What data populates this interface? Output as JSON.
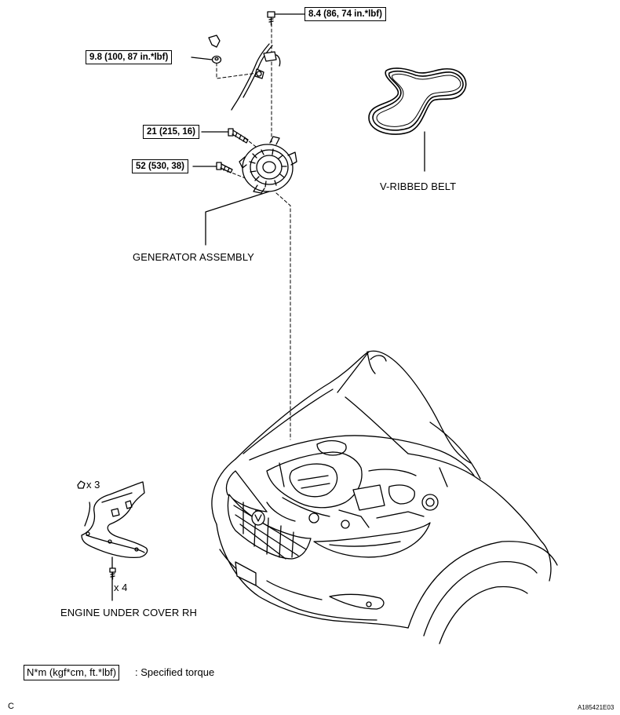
{
  "torques": {
    "top_bolt": "8.4 (86, 74 in.*lbf)",
    "nut": "9.8 (100, 87 in.*lbf)",
    "upper_bolt": "21 (215, 16)",
    "lower_bolt": "52 (530, 38)"
  },
  "parts": {
    "belt": "V-RIBBED BELT",
    "generator": "GENERATOR ASSEMBLY",
    "undercover": "ENGINE UNDER COVER RH"
  },
  "quantities": {
    "clips": "x 3",
    "screws": "x 4"
  },
  "legend": {
    "box_text": "N*m (kgf*cm, ft.*lbf)",
    "text": ": Specified torque"
  },
  "corner_letter": "C",
  "figure_id": "A185421E03"
}
